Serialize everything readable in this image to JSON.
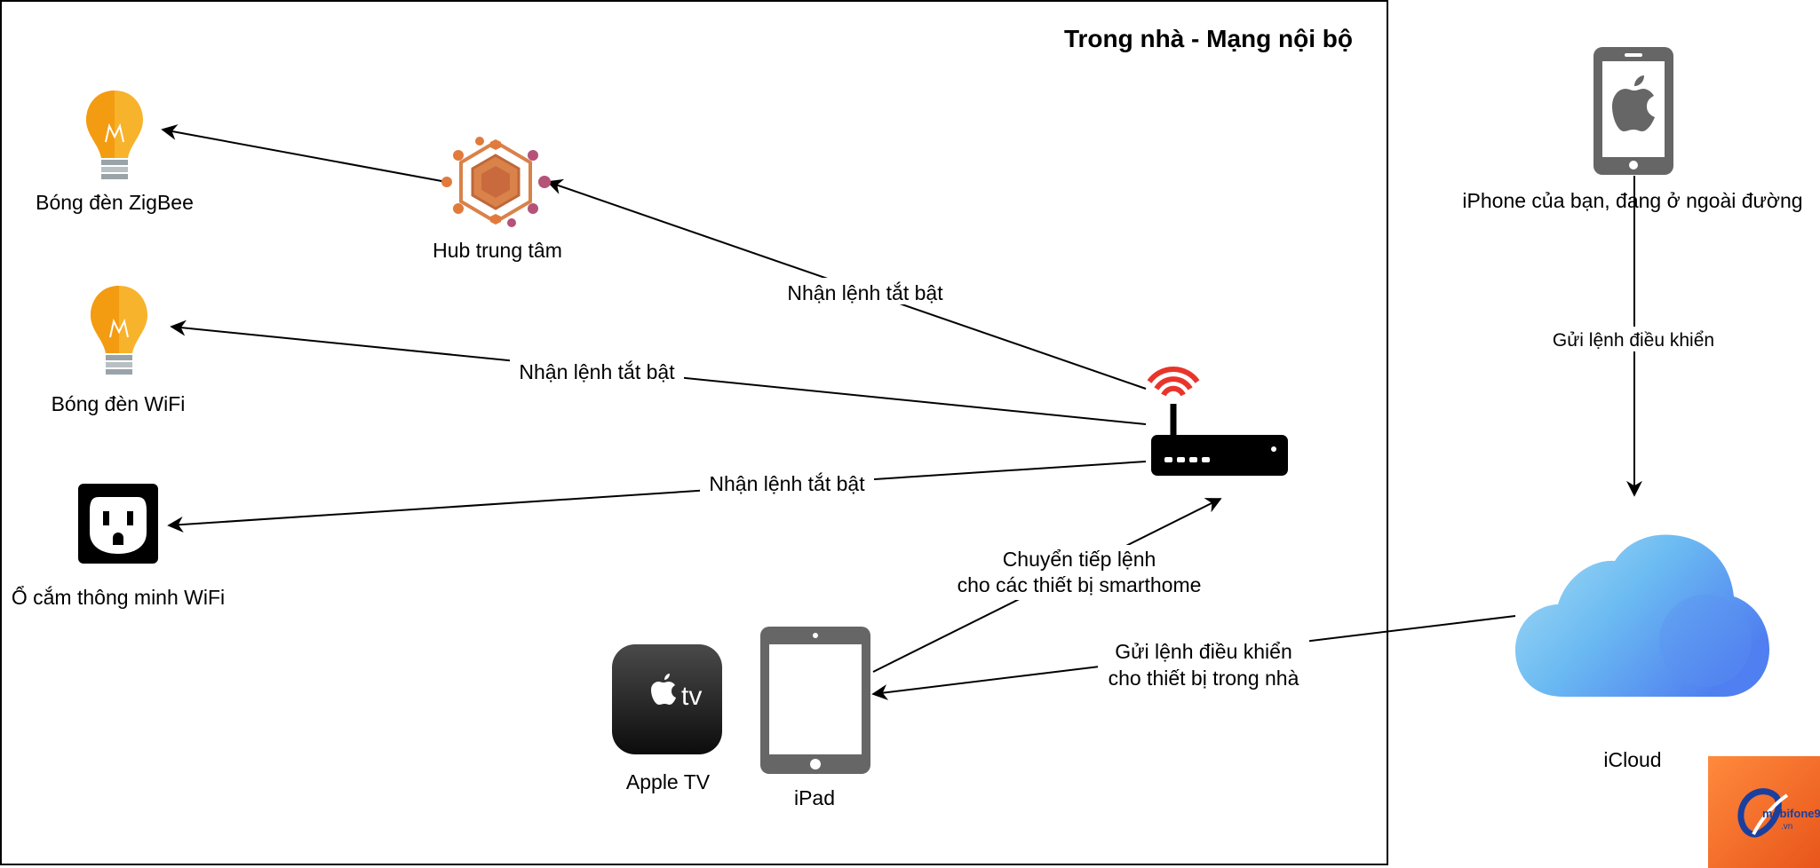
{
  "diagram": {
    "container_title": "Trong nhà - Mạng nội bộ",
    "nodes": {
      "zigbee_bulb": "Bóng đèn ZigBee",
      "hub": "Hub trung tâm",
      "wifi_bulb": "Bóng đèn WiFi",
      "smart_plug": "Ổ cắm thông minh WiFi",
      "apple_tv": "Apple TV",
      "ipad": "iPad",
      "iphone": "iPhone của bạn, đang ở ngoài đường",
      "icloud": "iCloud"
    },
    "edges": {
      "router_to_hub": "Nhận lệnh tắt bật",
      "router_to_wifi_bulb": "Nhận lệnh tắt bật",
      "router_to_plug": "Nhận lệnh tắt bật",
      "iphone_to_icloud": "Gửi lệnh điều khiển",
      "ipad_to_router_line1": "Chuyển tiếp lệnh",
      "ipad_to_router_line2": "cho các thiết bị smarthome",
      "icloud_to_ipad_line1": "Gửi lệnh điều khiển",
      "icloud_to_ipad_line2": "cho thiết bị trong nhà"
    }
  },
  "logo": {
    "name": "mobifone9",
    "text": "mobifone9",
    "subtext": ".vn",
    "color": "#f36f21"
  },
  "colors": {
    "bulb_yellow": "#f7b32b",
    "bulb_orange": "#f39c12",
    "hub_orange": "#e07b3c",
    "hub_purple": "#b5527a",
    "wifi_red": "#e8352b",
    "cloud_light": "#8fd3f4",
    "cloud_dark": "#4a7ff0",
    "device_gray": "#666666"
  }
}
